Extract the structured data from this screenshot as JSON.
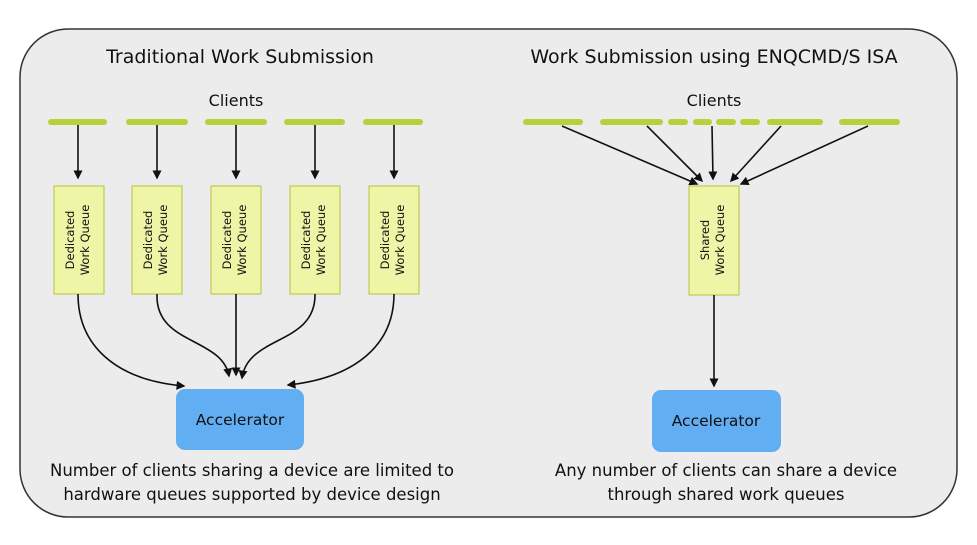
{
  "colors": {
    "panel_bg": "#ececec",
    "panel_border": "#333333",
    "client_bar": "#b6d23a",
    "queue_fill": "#eef5a6",
    "queue_border": "#b3c33c",
    "accelerator_fill": "#62aef2",
    "arrow": "#111111"
  },
  "left": {
    "title": "Traditional Work Submission",
    "clients_label": "Clients",
    "queue_line1": "Dedicated",
    "queue_line2": "Work Queue",
    "accelerator_label": "Accelerator",
    "caption_line1": "Number of clients sharing a device are limited to",
    "caption_line2": "hardware queues supported by device design"
  },
  "right": {
    "title": "Work Submission using ENQCMD/S ISA",
    "clients_label": "Clients",
    "queue_line1": "Shared",
    "queue_line2": "Work Queue",
    "accelerator_label": "Accelerator",
    "caption_line1": "Any number of clients can share a device",
    "caption_line2": "through shared work queues"
  }
}
